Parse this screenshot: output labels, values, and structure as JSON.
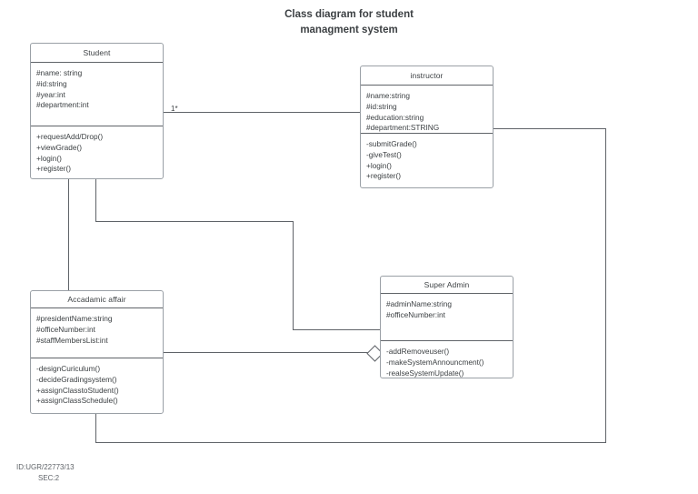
{
  "title": "Class diagram for student\nmanagment system",
  "classes": [
    {
      "id": "student",
      "name": "Student",
      "attributes": [
        "#name: string",
        "#id:string",
        "#year:int",
        "#department:int"
      ],
      "methods": [
        "+requestAdd/Drop()",
        "+viewGrade()",
        "+login()",
        "+register()"
      ]
    },
    {
      "id": "instructor",
      "name": "instructor",
      "attributes": [
        "#name:string",
        "#id:string",
        "#education:string",
        "#department:STRING"
      ],
      "methods": [
        "-submitGrade()",
        "-giveTest()",
        "+login()",
        "+register()"
      ]
    },
    {
      "id": "academic-affair",
      "name": "Accadamic affair",
      "attributes": [
        "#presidentName:string",
        "#officeNumber:int",
        "#staffMembersList:int"
      ],
      "methods": [
        "-designCuriculum()",
        "-decideGradingsystem()",
        "+assignClasstoStudent()",
        "+assignClassSchedule()"
      ]
    },
    {
      "id": "super-admin",
      "name": "Super Admin",
      "attributes": [
        "#adminName:string",
        "#officeNumber:int"
      ],
      "methods": [
        "-addRemoveuser()",
        "-makeSystemAnnouncment()",
        "-realseSystemUpdate()"
      ]
    }
  ],
  "labels": {
    "student_instructor_multiplicity": "1*"
  },
  "footer": {
    "id_line": "ID:UGR/22773/13",
    "section_line": "SEC:2"
  },
  "colors": {
    "stroke": "#5f6368",
    "box_border": "#9aa0a6",
    "text": "#3c4043",
    "background": "#ffffff"
  }
}
